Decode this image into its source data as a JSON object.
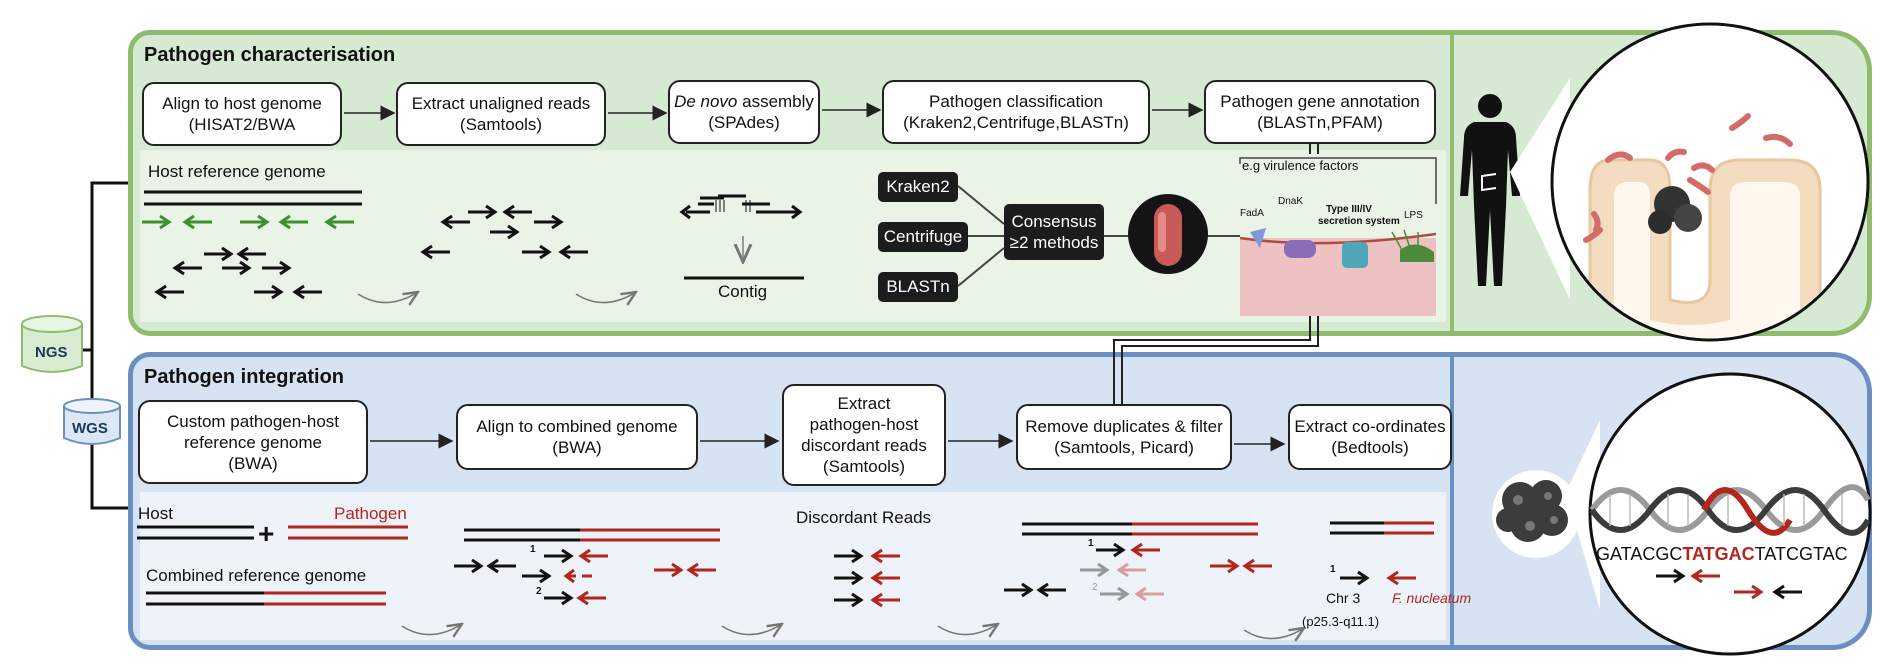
{
  "top": {
    "title": "Pathogen characterisation",
    "steps": [
      {
        "line1": "Align to host genome",
        "line2": "(HISAT2/BWA"
      },
      {
        "line1": "Extract unaligned reads",
        "line2": "(Samtools)"
      },
      {
        "line1_em": "De novo",
        "line1_rest": " assembly",
        "line2": "(SPAdes)"
      },
      {
        "line1": "Pathogen classification",
        "line2": "(Kraken2,Centrifuge,BLASTn)"
      },
      {
        "line1": "Pathogen gene annotation",
        "line2": "(BLASTn,PFAM)"
      }
    ],
    "host_ref_label": "Host reference genome",
    "contig_label": "Contig",
    "tools": [
      "Kraken2",
      "Centrifuge",
      "BLASTn"
    ],
    "consensus": {
      "line1": "Consensus",
      "line2": "≥2 methods"
    },
    "virulence_label": "e.g virulence factors",
    "vf_labels": {
      "fada": "FadA",
      "dnak": "DnaK",
      "secretion1": "Type III/IV",
      "secretion2": "secretion system",
      "lps": "LPS"
    }
  },
  "sources": {
    "ngs": "NGS",
    "wgs": "WGS"
  },
  "bottom": {
    "title": "Pathogen integration",
    "steps": [
      {
        "lines": [
          "Custom pathogen-host",
          "reference genome",
          "(BWA)"
        ]
      },
      {
        "lines": [
          "Align to combined genome",
          "(BWA)"
        ]
      },
      {
        "lines": [
          "Extract",
          "pathogen-host",
          "discordant reads",
          "(Samtools)"
        ]
      },
      {
        "lines": [
          "Remove duplicates & filter",
          "(Samtools, Picard)"
        ]
      },
      {
        "lines": [
          "Extract co-ordinates",
          "(Bedtools)"
        ]
      }
    ],
    "host_label": "Host",
    "pathogen_label": "Pathogen",
    "plus": "+",
    "combined_label": "Combined reference genome",
    "discordant_label": "Discordant Reads",
    "mark1": "1",
    "mark2": "2",
    "chr_label": "Chr 3",
    "species_label": "F. nucleatum",
    "locus_label": "(p25.3-q11.1)",
    "sequence": {
      "left": "GATACGC",
      "mid": "TATGAC",
      "right": "TATCGTAC"
    }
  },
  "colors": {
    "green_border": "#8fbb6e",
    "green_fill": "#d6e9d2",
    "blue_border": "#6b8fc1",
    "blue_fill": "#d6e3f3",
    "pathogen_red": "#b3261e",
    "arrow_green": "#3f8f2f"
  }
}
